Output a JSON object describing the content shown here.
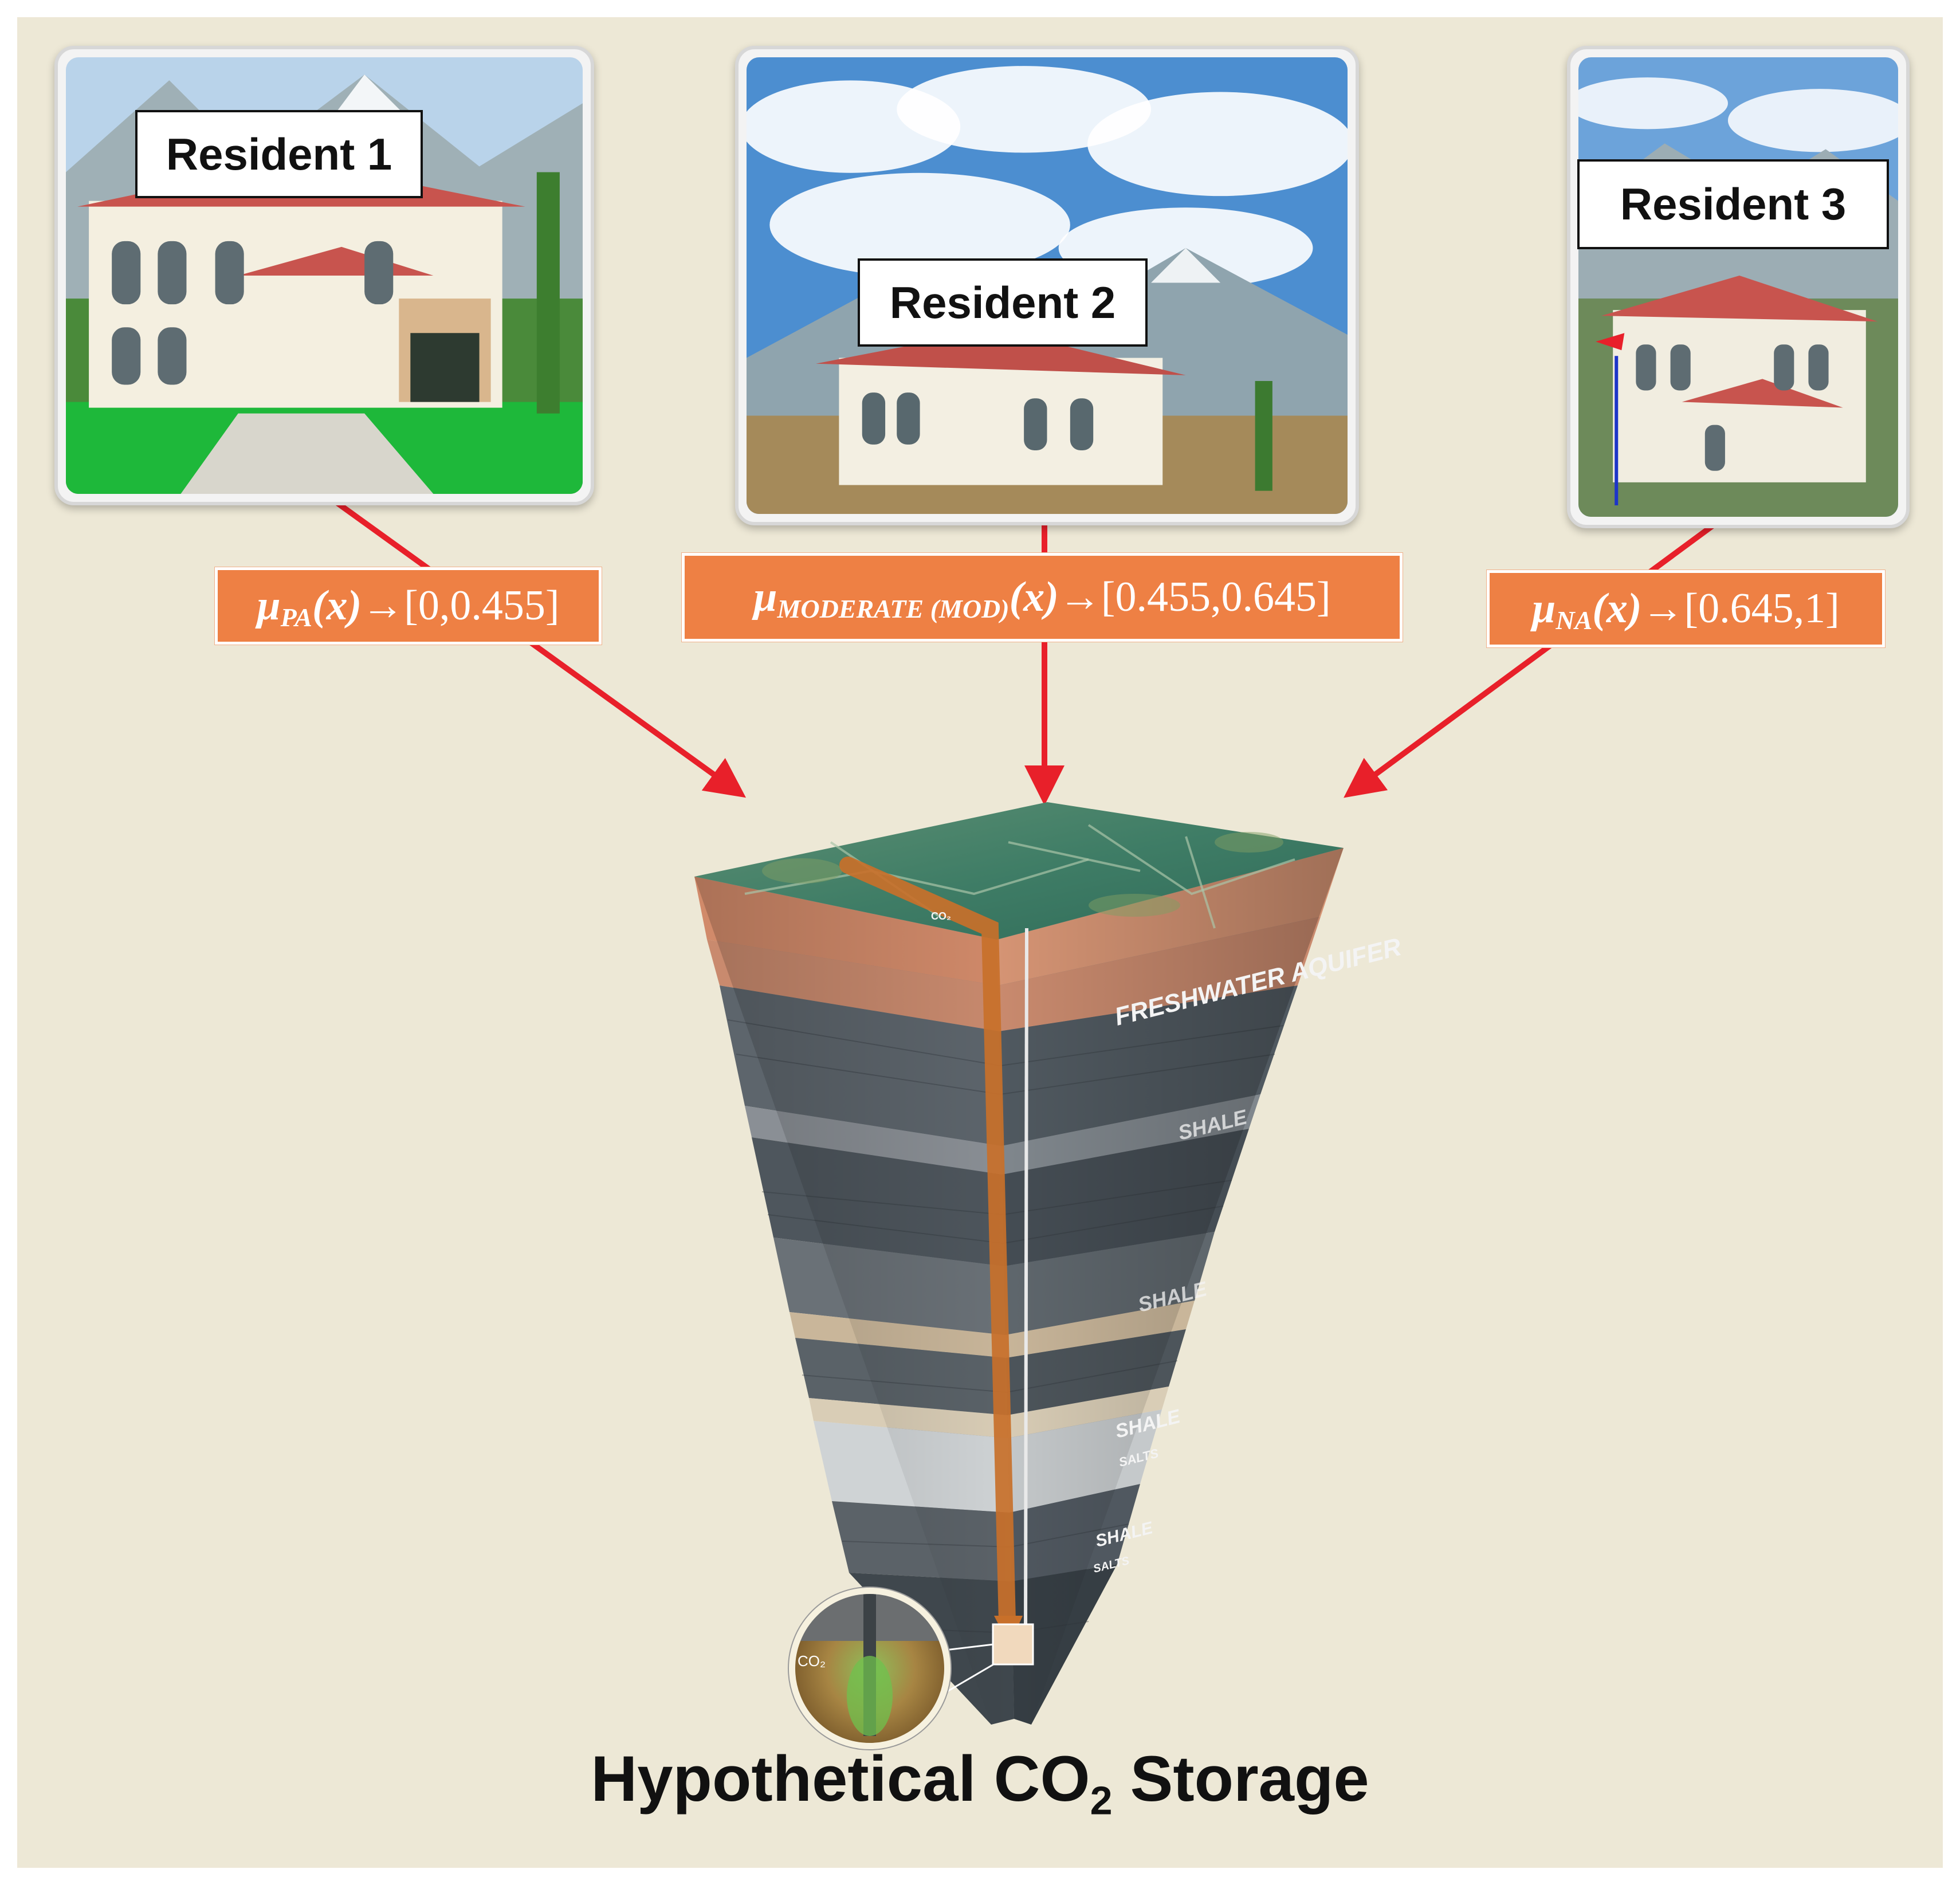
{
  "residents": [
    {
      "label": "Resident 1",
      "membership": {
        "subscript": "PA",
        "range": "[0,0.455]"
      }
    },
    {
      "label": "Resident 2",
      "membership": {
        "subscript": "MODERATE (MOD)",
        "range": "[0.455,0.645]"
      }
    },
    {
      "label": "Resident 3",
      "membership": {
        "subscript": "NA",
        "range": "[0.645,1]"
      }
    }
  ],
  "membership_symbol": "μ",
  "membership_arg": "(x)",
  "arrow_glyph": "→",
  "block_layers": {
    "aquifer": "FRESHWATER AQUIFER",
    "shale_1": "SHALE",
    "shale_2": "SHALE",
    "shale_3": "SHALE",
    "salts_1": "SALTS",
    "shale_4": "SHALE",
    "salts_2": "SALTS",
    "co2_surface": "CO₂",
    "co2_inset": "CO₂"
  },
  "caption": {
    "main": "Hypothetical CO",
    "sub": "2",
    "tail": " Storage"
  },
  "colors": {
    "background": "#ede8d6",
    "label_box": "#ee8044",
    "arrow": "#e8202a",
    "injection": "#c8702a"
  }
}
